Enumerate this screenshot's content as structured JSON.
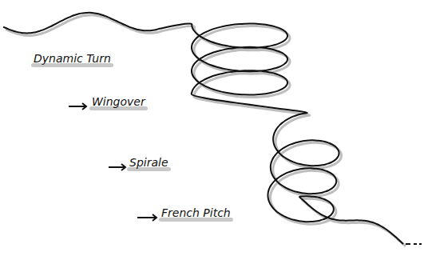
{
  "diagram": {
    "labels": [
      "Dynamic Turn",
      "Wingover",
      "Spirale",
      "French Pitch"
    ]
  }
}
